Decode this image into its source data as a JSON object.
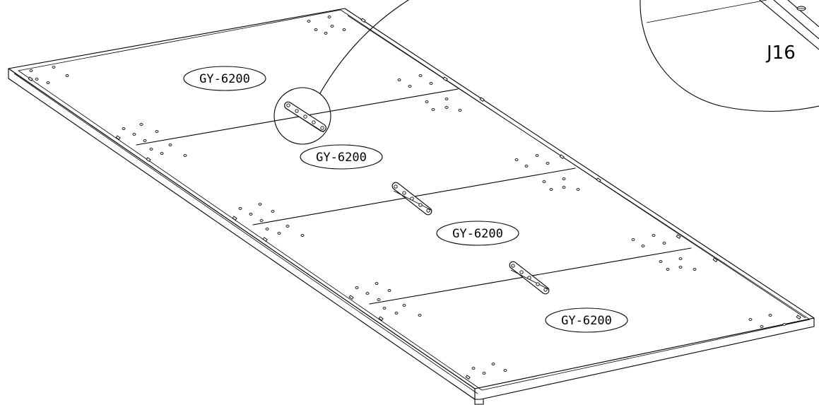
{
  "panel_labels": [
    "GY-6200",
    "GY-6200",
    "GY-6200",
    "GY-6200"
  ],
  "callout_label": "J16"
}
